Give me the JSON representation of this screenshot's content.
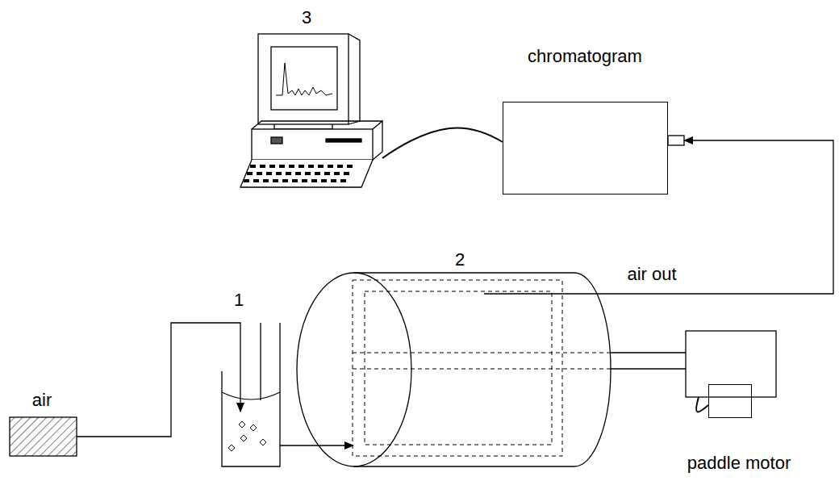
{
  "diagram": {
    "nodes": [
      {
        "text": [
          "3"
        ]
      },
      {
        "text": [
          "chromatogram"
        ]
      },
      {
        "text": [
          "2"
        ]
      },
      {
        "text": [
          "1"
        ]
      },
      {
        "text": [
          "air"
        ]
      },
      {
        "text": [
          "paddle motor"
        ]
      }
    ],
    "edges": [
      {
        "from": 4,
        "to": 3,
        "arrow": "to"
      },
      {
        "from": 3,
        "to": 2,
        "arrow": "to"
      },
      {
        "from": 2,
        "to": 1,
        "arrow": "to",
        "label": "air out"
      },
      {
        "from": 0,
        "to": 1,
        "arrow": "none"
      }
    ]
  }
}
